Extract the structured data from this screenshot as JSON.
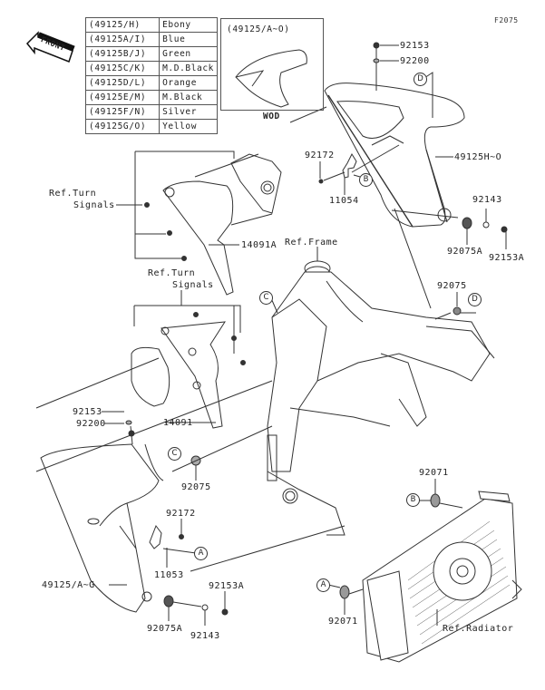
{
  "figure_id": "F2075",
  "front_indicator": "FRONT",
  "color_table": [
    {
      "code": "(49125/H)",
      "color": "Ebony"
    },
    {
      "code": "(49125A/I)",
      "color": "Blue"
    },
    {
      "code": "(49125B/J)",
      "color": "Green"
    },
    {
      "code": "(49125C/K)",
      "color": "M.D.Black"
    },
    {
      "code": "(49125D/L)",
      "color": "Orange"
    },
    {
      "code": "(49125E/M)",
      "color": "M.Black"
    },
    {
      "code": "(49125F/N)",
      "color": "Silver"
    },
    {
      "code": "(49125G/O)",
      "color": "Yellow"
    }
  ],
  "inset": {
    "title": "(49125/A~O)",
    "caption": "WOD"
  },
  "part_labels": {
    "p92153_top": "92153",
    "p92200_top": "92200",
    "p49125H_O": "49125H~O",
    "p92172_top": "92172",
    "p11054": "11054",
    "p92143_right": "92143",
    "p92075A_right": "92075A",
    "p92153A_right": "92153A",
    "p92075_right": "92075",
    "ref_turn_signals_1": "Ref.Turn\nSignals",
    "ref_turn_signals_1a": "Ref.Turn",
    "ref_turn_signals_1b": "Signals",
    "p14091A": "14091A",
    "ref_frame": "Ref.Frame",
    "ref_turn_signals_2a": "Ref.Turn",
    "ref_turn_signals_2b": "Signals",
    "p14091": "14091",
    "p92153_left": "92153",
    "p92200_left": "92200",
    "p92075_left": "92075",
    "p92172_left": "92172",
    "p11053": "11053",
    "p49125A_G": "49125/A~G",
    "p92075A_left": "92075A",
    "p92143_left": "92143",
    "p92153A_left": "92153A",
    "p92071_top": "92071",
    "p92071_bottom": "92071",
    "ref_radiator": "Ref.Radiator"
  },
  "callouts": {
    "a": "A",
    "b": "B",
    "c": "C",
    "d": "D"
  }
}
